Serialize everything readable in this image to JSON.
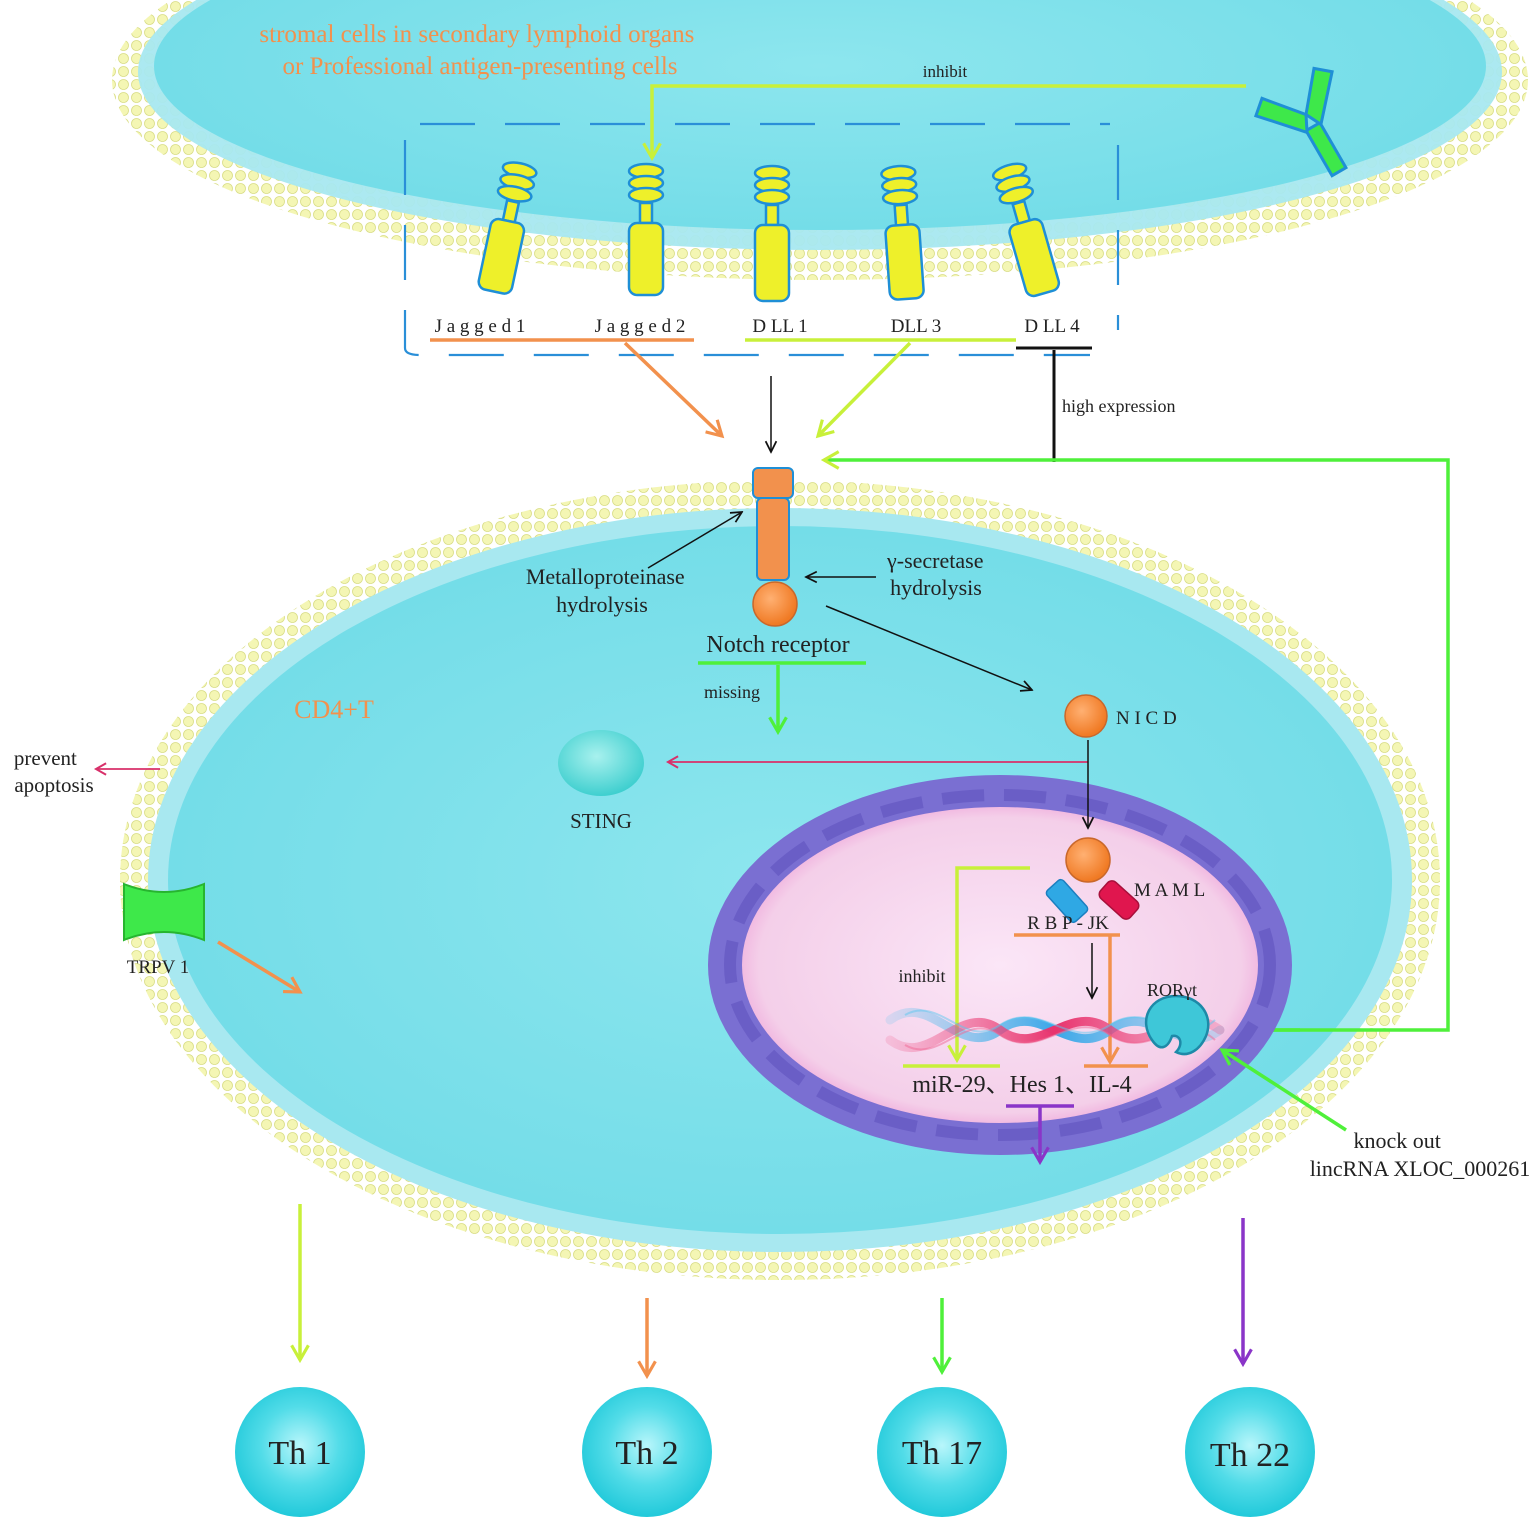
{
  "colors": {
    "cytoplasm": "#7fe0ea",
    "membrane_head": "#f3f5b0",
    "ligand": "#eef02a",
    "ligand_stroke": "#1f8fd6",
    "orange": "#f2914d",
    "lime": "#c8f03a",
    "green": "#4ff03a",
    "purple": "#8a35c8",
    "magenta": "#d8306a",
    "nucleus_envelope": "#7a6fd2",
    "nucleoplasm": "#f5d4ee",
    "th_cell": "#38d9e6",
    "dashed_box": "#2a8fd8"
  },
  "top_cell": {
    "label": "stromal cells in secondary lymphoid organs\nor Professional antigen-presenting cells",
    "inhibit_label": "inhibit"
  },
  "ligands": [
    "J a g g e d 1",
    "J a g g e d 2",
    "D LL 1",
    "DLL 3",
    "D LL 4"
  ],
  "cd4_cell": {
    "label": "CD4+T",
    "notch_receptor": "Notch receptor",
    "metalloproteinase": "Metalloproteinase\nhydrolysis",
    "gamma_secretase": "γ-secretase\nhydrolysis",
    "missing": "missing",
    "high_expression": "high expression",
    "nicd": "N I C D",
    "sting": "STING",
    "prevent_apoptosis": "prevent\napoptosis",
    "trpv1": "TRPV 1"
  },
  "nucleus": {
    "maml": "M A M L",
    "rbpjk": "R B P - JK",
    "inhibit": "inhibit",
    "rorgt": "RORγt",
    "genes": "miR-29、Hes 1、IL-4",
    "knock_out": "knock out\nlincRNA XLOC_000261"
  },
  "th_cells": [
    "Th 1",
    "Th 2",
    "Th 17",
    "Th 22"
  ]
}
